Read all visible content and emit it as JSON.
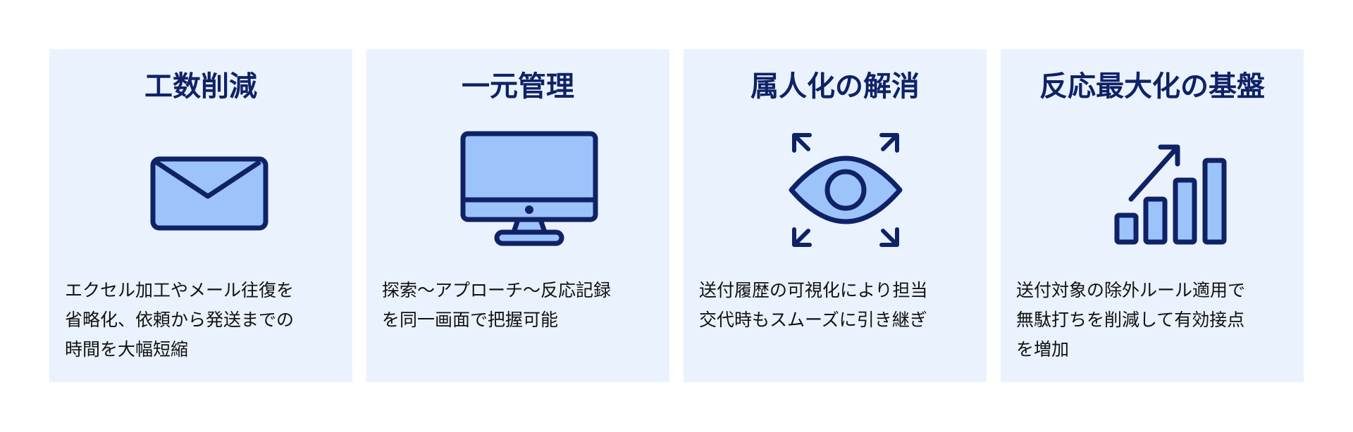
{
  "colors": {
    "card_bg": "#EAF2FE",
    "navy": "#0F2266",
    "light_blue": "#9DC3FB"
  },
  "cards": [
    {
      "title": "工数削減",
      "icon": "envelope-icon",
      "lines": [
        "エクセル加工やメール往復を",
        "省略化、依頼から発送までの",
        "時間を大幅短縮"
      ]
    },
    {
      "title": "一元管理",
      "icon": "monitor-icon",
      "lines": [
        "探索～アプローチ～反応記録",
        "を同一画面で把握可能"
      ]
    },
    {
      "title": "属人化の解消",
      "icon": "eye-icon",
      "lines": [
        "送付履歴の可視化により担当",
        "交代時もスムーズに引き継ぎ"
      ]
    },
    {
      "title": "反応最大化の基盤",
      "icon": "growth-chart-icon",
      "lines": [
        "送付対象の除外ルール適用で",
        "無駄打ちを削減して有効接点",
        "を増加"
      ]
    }
  ]
}
